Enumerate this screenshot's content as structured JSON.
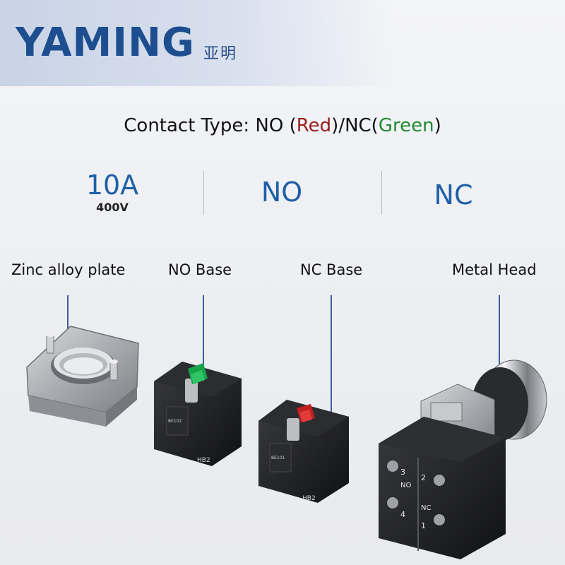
{
  "brand": {
    "name": "YAMING",
    "name_cn": "亚明"
  },
  "contact_type": {
    "prefix": "Contact Type: NO (",
    "red_word": "Red",
    "middle": ")/NC(",
    "green_word": "Green",
    "suffix": ")",
    "colors": {
      "red": "#9b1c1c",
      "green": "#1f8a2f"
    }
  },
  "specs": {
    "current": "10A",
    "voltage": "400V",
    "no": "NO",
    "nc": "NC"
  },
  "parts": [
    {
      "label": "Zinc alloy plate"
    },
    {
      "label": "NO Base"
    },
    {
      "label": "NC Base"
    },
    {
      "label": "Metal Head"
    }
  ],
  "module_print": {
    "model": "HB2",
    "terminal_3": "3",
    "terminal_4": "4",
    "terminal_1": "1",
    "terminal_2": "2",
    "no_mark": "NO",
    "nc_mark": "NC"
  },
  "accent_color": "#1f5fa8"
}
